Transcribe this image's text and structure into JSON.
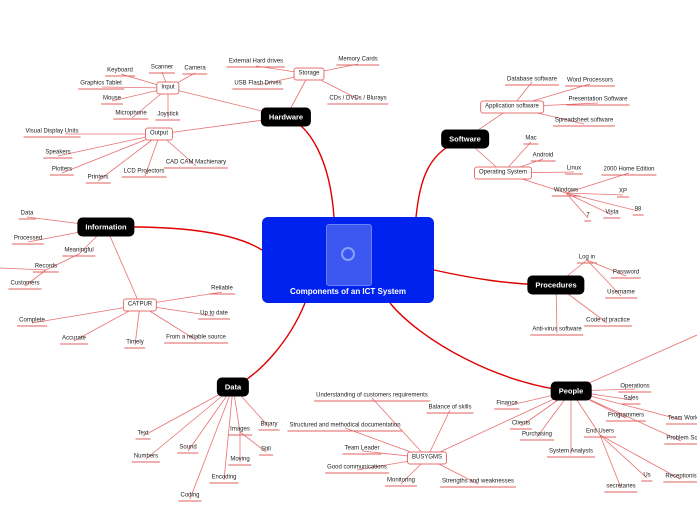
{
  "center": {
    "title": "Components of an ICT System"
  },
  "colors": {
    "center": "#0022ee",
    "link_main": "#e00000",
    "link_sub": "#e87070",
    "main_node": "#000000"
  },
  "hardware": {
    "title": "Hardware",
    "storage": "Storage",
    "external": "External Hard drives",
    "memory": "Memory Cards",
    "usb": "USB Flash Drives",
    "cds": "CDs / DVDs / Blurays",
    "input": "Input",
    "keyboard": "Keyboard",
    "scanner": "Scanner",
    "camera": "Camera",
    "graphics": "Graphics Tablet",
    "mouse": "Mouse",
    "microphone": "Microphone",
    "joystick": "Joystick",
    "output": "Output",
    "vdu": "Visual Display Units",
    "speakers": "Speakers",
    "plotters": "Plotters",
    "printers": "Printers",
    "lcd": "LCD Projectors",
    "cad": "CAD CAM Machienary"
  },
  "software": {
    "title": "Software",
    "app": "Application software",
    "database": "Database software",
    "word": "Word Processors",
    "presentation": "Presentation Software",
    "spreadsheet": "Spreadsheet software",
    "os": "Operating System",
    "mac": "Mac",
    "android": "Android",
    "linux": "Linux",
    "windows": "Windows",
    "w2000": "2000 Home Edition",
    "xp": "XP",
    "w98": "98",
    "vista": "Vista",
    "w7": "7"
  },
  "information": {
    "title": "Information",
    "data": "Data",
    "processed": "Processed",
    "meaningful": "Meaningful",
    "records": "Records",
    "customers": "Customers",
    "catpur": "CATPUR",
    "reliable": "Reliable",
    "uptodate": "Up to date",
    "complete": "Complete",
    "accurate": "Accurate",
    "timely": "Timely",
    "reliable_source": "From a reliable source"
  },
  "procedures": {
    "title": "Procedures",
    "login": "Log in",
    "password": "Password",
    "username": "Username",
    "code": "Code of practice",
    "antivirus": "Anti-virus software"
  },
  "data": {
    "title": "Data",
    "text": "Text",
    "numbers": "Numbers",
    "sound": "Sound",
    "images": "Images",
    "binary": "Binary",
    "still": "Still",
    "moving": "Moving",
    "encoding": "Encoding",
    "coding": "Coding"
  },
  "people": {
    "title": "People",
    "operations": "Operations",
    "sales": "Sales",
    "programmers": "Programmers",
    "team_work": "Team Work",
    "problem_solving": "Problem So",
    "finance": "Finance",
    "clients": "Clients",
    "purchasing": "Purchasing",
    "analysts": "System Analysts",
    "end_users": "End Users",
    "secretaries": "secretaries",
    "us": "Us",
    "receptionist": "Receptionis",
    "busygms": "BUSYGMS",
    "understanding": "Understanding of customers requirements",
    "balance": "Balance of skills",
    "structured": "Structured and methodical documentation",
    "leader": "Team Leader",
    "communications": "Good communications",
    "monitoring": "Monitoring",
    "strengths": "Strengths and weaknesses"
  }
}
